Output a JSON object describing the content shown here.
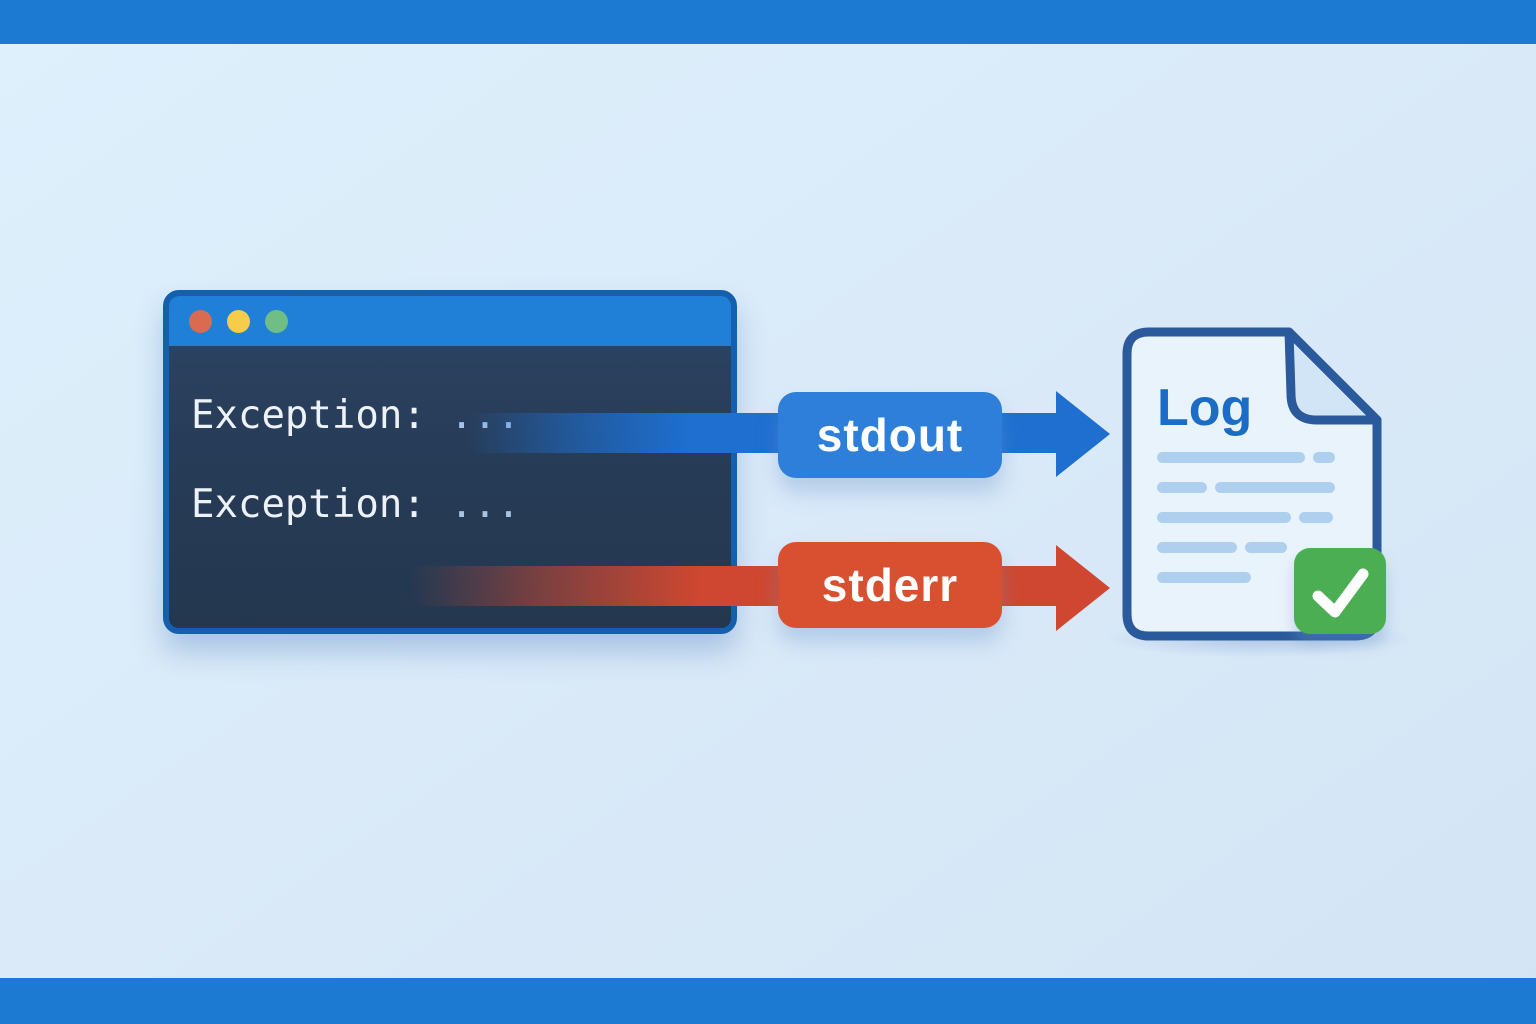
{
  "frame": {
    "top_bar_color": "#1c7ad2",
    "bottom_bar_color": "#1c7ad2",
    "background_color": "#d9e9f8"
  },
  "terminal": {
    "titlebar_color": "#2080d8",
    "border_color": "#1460ae",
    "body_color": "#273c58",
    "traffic_lights": [
      {
        "name": "close",
        "color": "#da6a50"
      },
      {
        "name": "minimize",
        "color": "#f6cd4b"
      },
      {
        "name": "zoom",
        "color": "#70bd86"
      }
    ],
    "lines": [
      {
        "text": "Exception:",
        "ellipsis": "..."
      },
      {
        "text": "Exception:",
        "ellipsis": "..."
      }
    ]
  },
  "streams": [
    {
      "name": "stdout",
      "label": "stdout",
      "label_color": "#2e7fd9",
      "arrow_color": "#1e6fd0"
    },
    {
      "name": "stderr",
      "label": "stderr",
      "label_color": "#d8502f",
      "arrow_color": "#cf4730"
    }
  ],
  "log_file": {
    "title": "Log",
    "title_color": "#1a6cc4",
    "border_color": "#2a5a9c",
    "fill_color": "#e9f3fc",
    "fold_color": "#d2e5f6",
    "line_color": "#aecfee",
    "status_icon": "checkmark",
    "status_color": "#4cae52",
    "placeholder_lines": [
      [
        148,
        22
      ],
      [
        50,
        120
      ],
      [
        134,
        34
      ],
      [
        80,
        42
      ],
      [
        94
      ]
    ]
  }
}
